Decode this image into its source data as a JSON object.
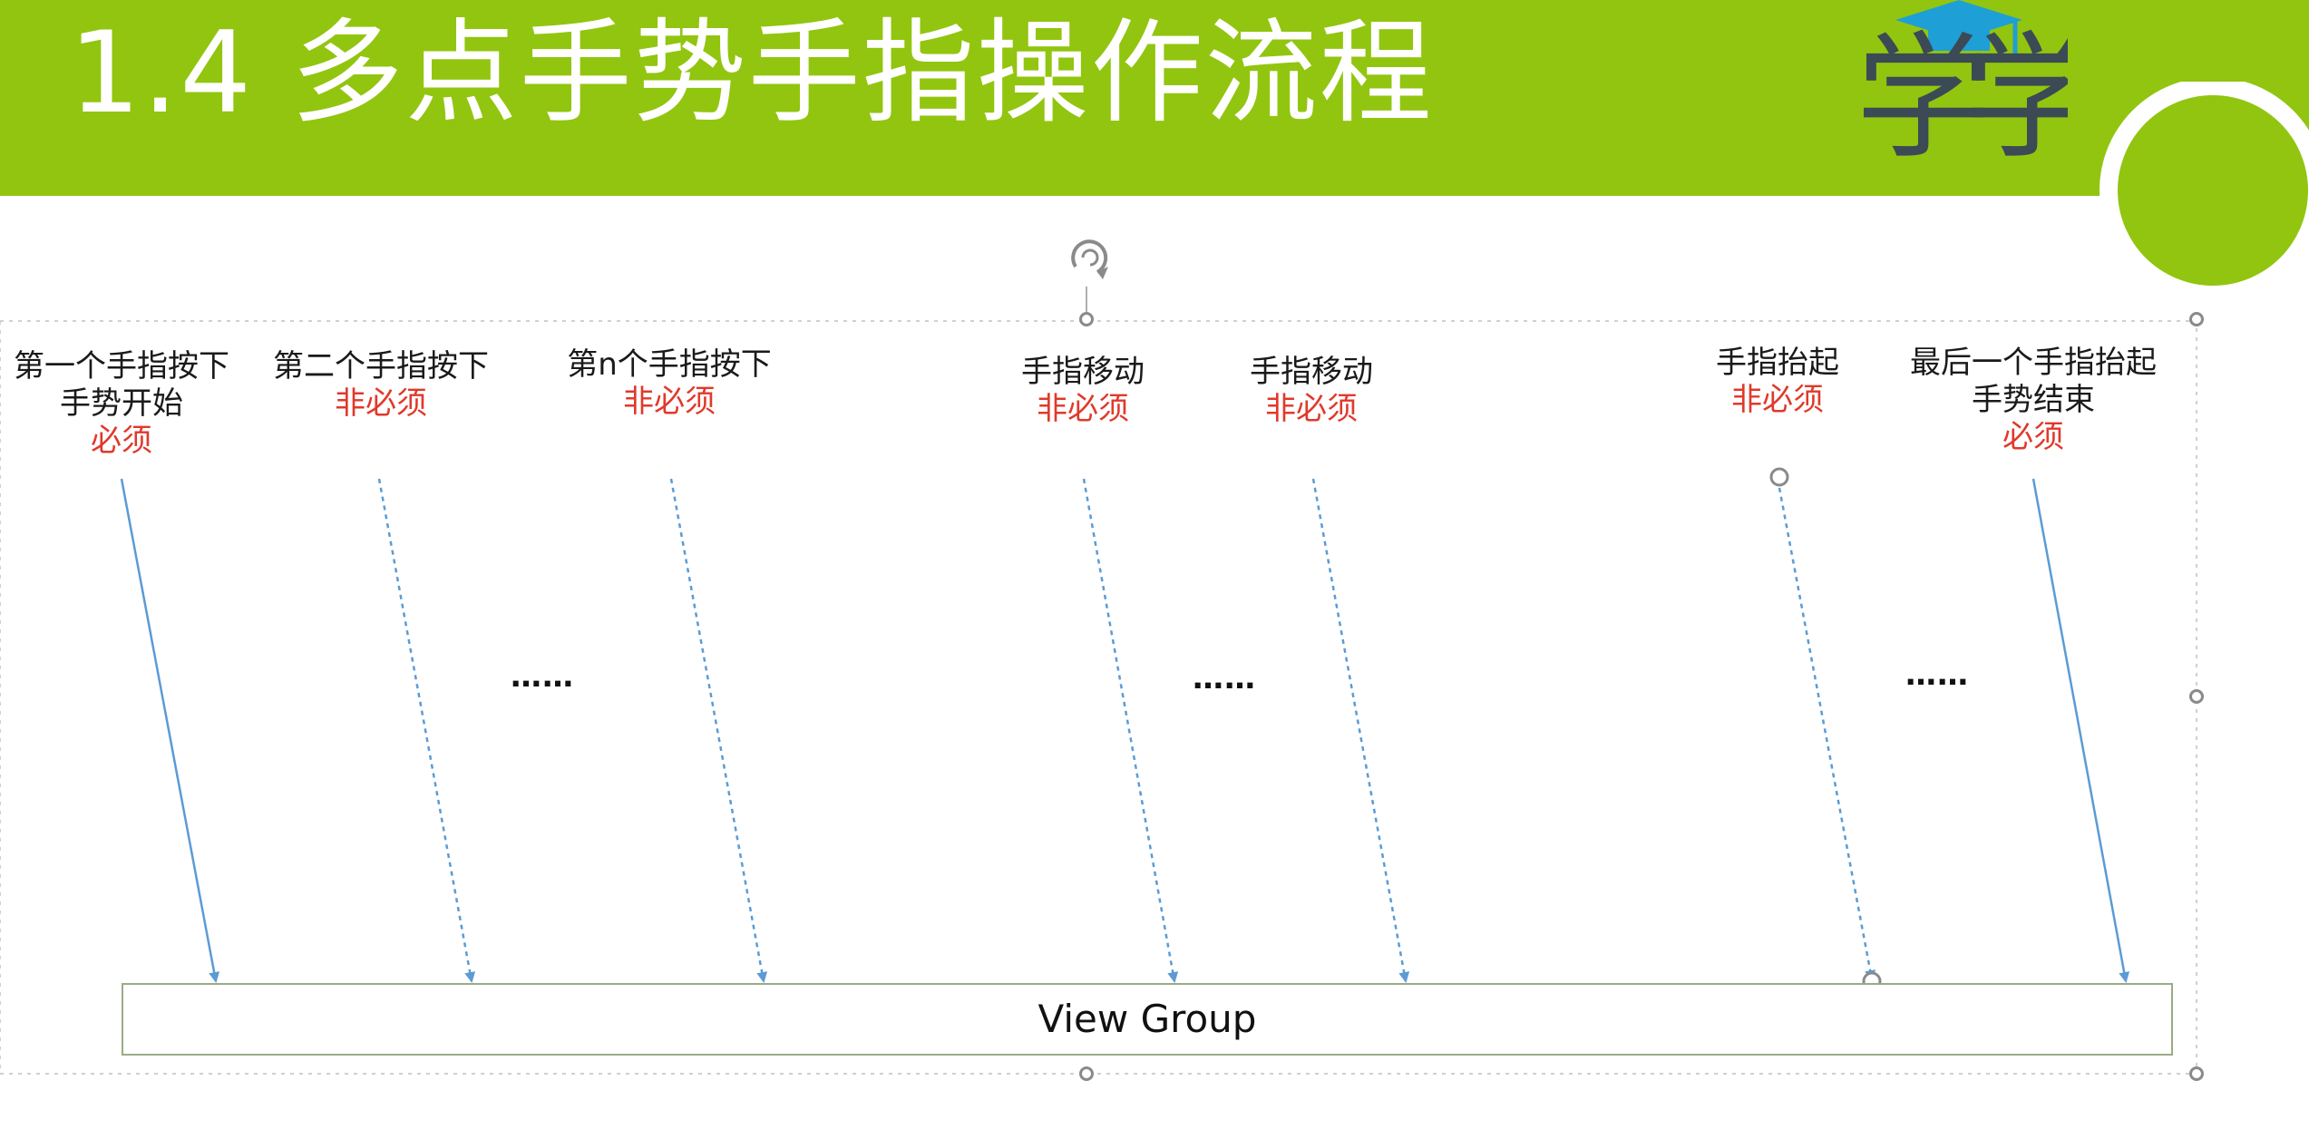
{
  "slide": {
    "title": "1.4 多点手势手指操作流程",
    "header_color": "#92c50f",
    "logo_text": "学学"
  },
  "diagram": {
    "events": [
      {
        "lines": [
          "第一个手指按下",
          "手势开始"
        ],
        "requirement": "必须"
      },
      {
        "lines": [
          "第二个手指按下"
        ],
        "requirement": "非必须"
      },
      {
        "lines": [
          "第n个手指按下"
        ],
        "requirement": "非必须"
      },
      {
        "lines": [
          "手指移动"
        ],
        "requirement": "非必须"
      },
      {
        "lines": [
          "手指移动"
        ],
        "requirement": "非必须"
      },
      {
        "lines": [
          "手指抬起"
        ],
        "requirement": "非必须"
      },
      {
        "lines": [
          "最后一个手指抬起",
          "手势结束"
        ],
        "requirement": "必须"
      }
    ],
    "ellipses": [
      "……",
      "……",
      "……"
    ],
    "target_label": "View Group",
    "colors": {
      "required_text": "#e0392b",
      "arrow": "#5b9bd5",
      "target_border": "#9aab86"
    }
  }
}
